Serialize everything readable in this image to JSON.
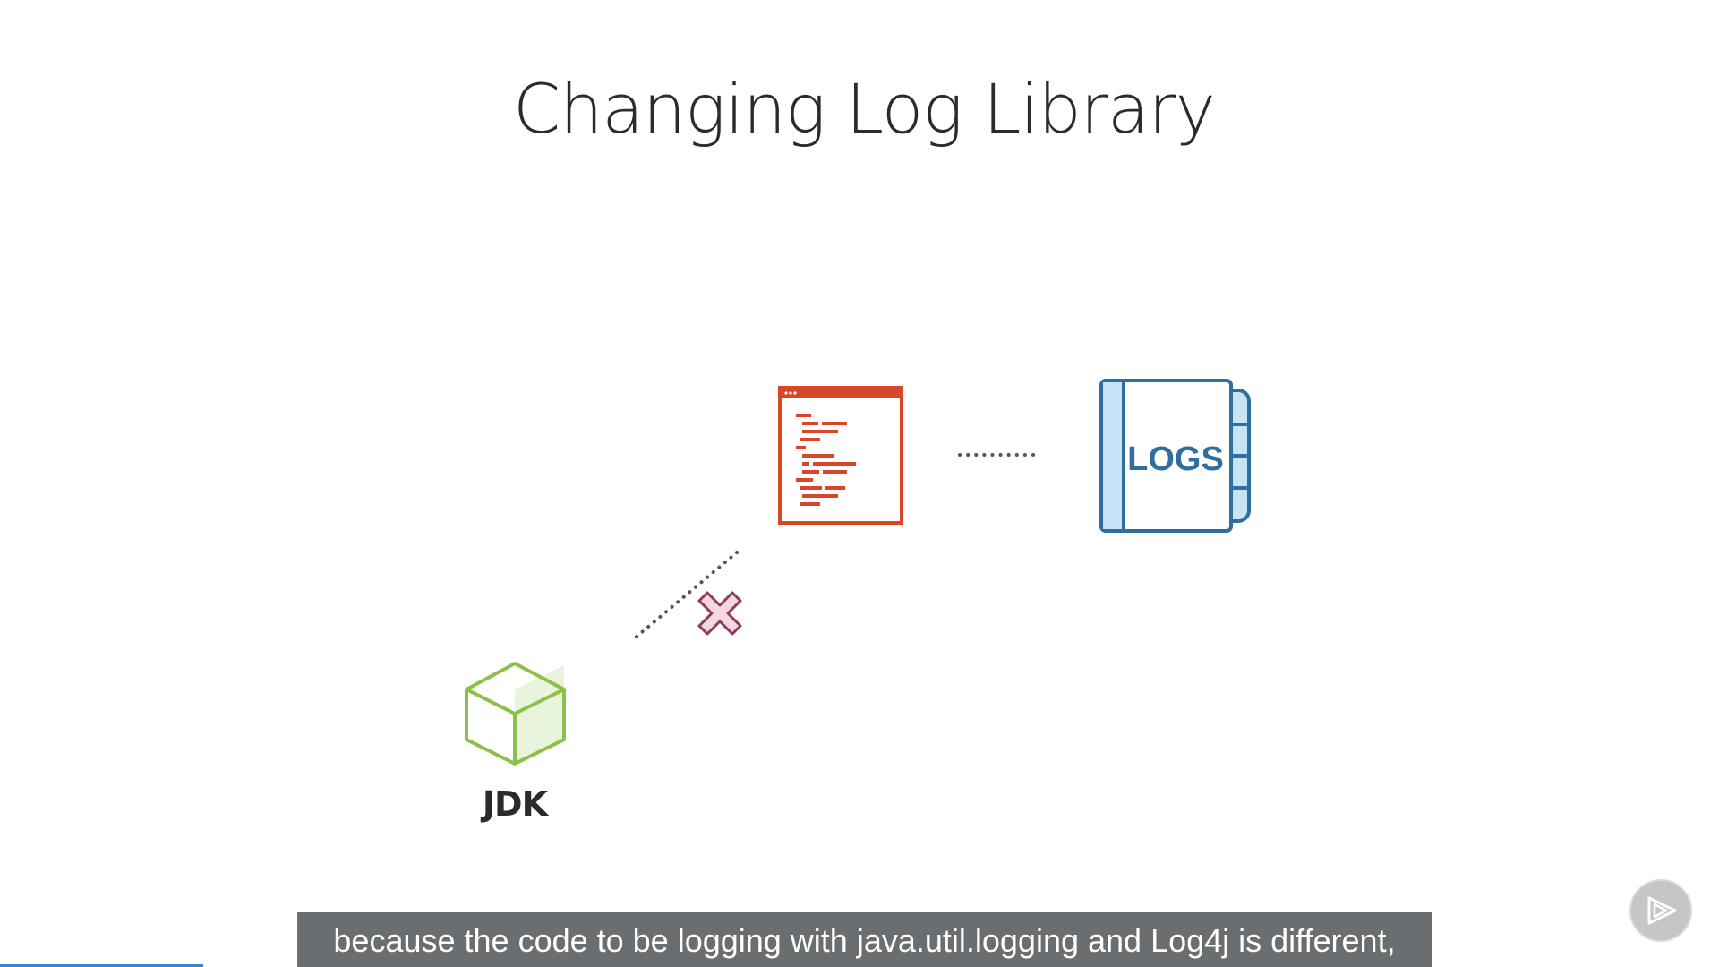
{
  "slide": {
    "title": "Changing Log Library"
  },
  "diagram": {
    "jdk_label": "JDK",
    "logs_label": "LOGS",
    "colors": {
      "jdk_cube": "#8cc04b",
      "code_window": "#d9472b",
      "logs_book": "#2f6f9f",
      "logs_book_fill": "#c7e3f4",
      "cross": "#8f3a5b",
      "cross_fill": "#f4d7e2",
      "connector": "#555555"
    },
    "icons": {
      "jdk": "cube-icon",
      "code": "code-window-icon",
      "logs": "logs-book-icon",
      "blocked": "cross-icon"
    }
  },
  "player": {
    "caption": "because the code to be logging with java.util.logging and Log4j is different,",
    "progress": 0.118,
    "play_icon": "play-icon",
    "progress_color": "#2f86d8"
  }
}
